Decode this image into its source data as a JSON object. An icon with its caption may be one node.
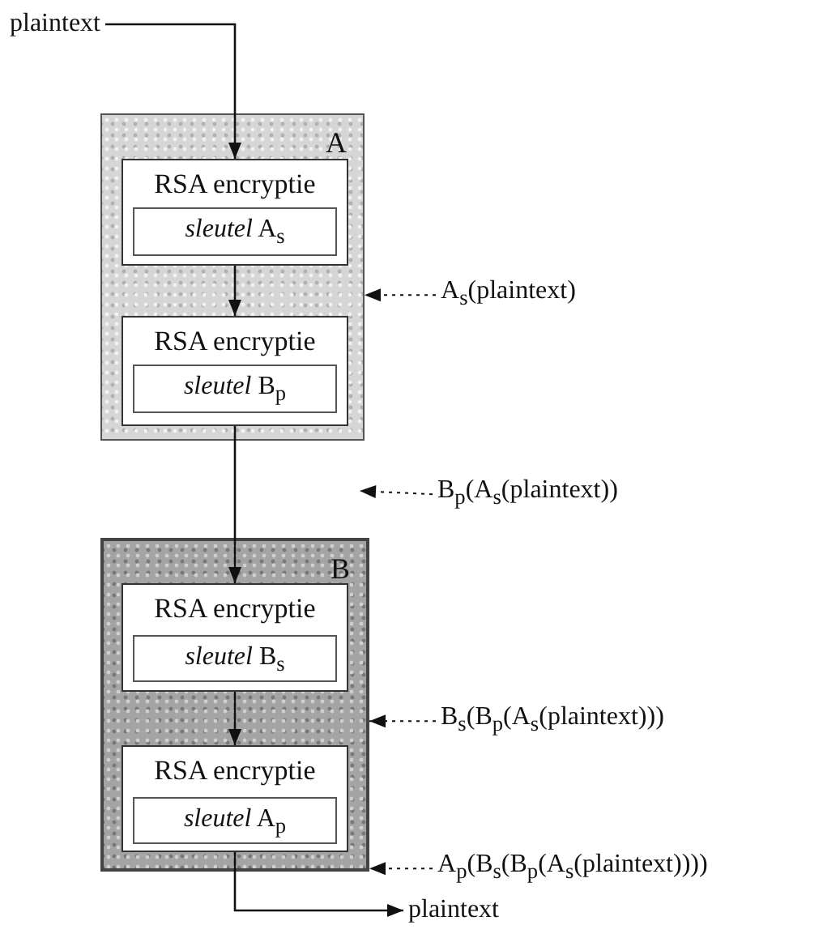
{
  "diagram": {
    "nodes": [
      {
        "text": [
          "plaintext"
        ]
      },
      {
        "text": [
          "A"
        ]
      },
      {
        "text": [
          "RSA encryptie"
        ],
        "in": 1
      },
      {
        "text": [
          "*sleutel* A$_{s}$"
        ],
        "in": 2
      },
      {
        "text": [
          "RSA encryptie"
        ],
        "in": 1
      },
      {
        "text": [
          "*sleutel* B$_{p}$"
        ],
        "in": 4
      },
      {
        "text": [
          "B"
        ]
      },
      {
        "text": [
          "RSA encryptie"
        ],
        "in": 6
      },
      {
        "text": [
          "*sleutel* B$_{s}$"
        ],
        "in": 7
      },
      {
        "text": [
          "RSA encryptie"
        ],
        "in": 6
      },
      {
        "text": [
          "*sleutel* A$_{p}$"
        ],
        "in": 9
      },
      {
        "text": [
          "plaintext"
        ]
      },
      {
        "text": [
          "A$_{s}$(plaintext)"
        ]
      },
      {
        "text": [
          "B$_{p}$(A$_{s}$(plaintext))"
        ]
      },
      {
        "text": [
          "B$_{s}$(B$_{p}$(A$_{s}$(plaintext)))"
        ]
      },
      {
        "text": [
          "A$_{p}$(B$_{s}$(B$_{p}$(A$_{s}$(plaintext))))"
        ]
      }
    ],
    "edges": [
      {
        "from": 0,
        "to": 2,
        "arrow": "to"
      },
      {
        "from": 2,
        "to": 4,
        "arrow": "to"
      },
      {
        "from": 4,
        "to": 7,
        "arrow": "to"
      },
      {
        "from": 7,
        "to": 9,
        "arrow": "to"
      },
      {
        "from": 9,
        "to": 11,
        "arrow": "to"
      },
      {
        "from": 12,
        "to": 1,
        "arrow": "to",
        "style": "dashed"
      },
      {
        "from": 13,
        "to": null,
        "arrow": "to",
        "style": "dashed"
      },
      {
        "from": 14,
        "to": 6,
        "arrow": "to",
        "style": "dashed"
      },
      {
        "from": 15,
        "to": 6,
        "arrow": "to",
        "style": "dashed"
      }
    ]
  }
}
